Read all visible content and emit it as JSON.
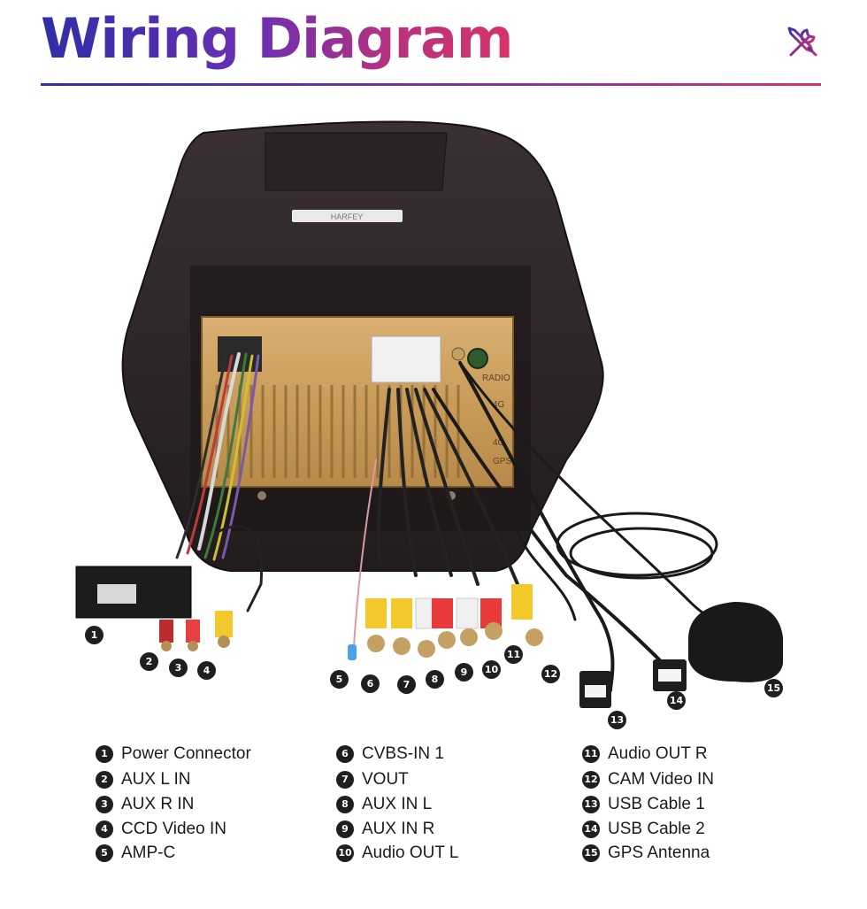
{
  "header": {
    "title": "Wiring Diagram",
    "icon": "tools-icon",
    "accent_start": "#2f2ea8",
    "accent_end": "#d7336a"
  },
  "device": {
    "brand": "HARFEY",
    "labels": [
      "RADIO",
      "4G",
      "4G",
      "GPS"
    ]
  },
  "callouts": [
    "1",
    "2",
    "3",
    "4",
    "5",
    "6",
    "7",
    "8",
    "9",
    "10",
    "11",
    "12",
    "13",
    "14",
    "15"
  ],
  "legend": [
    {
      "num": "1",
      "label": "Power Connector"
    },
    {
      "num": "2",
      "label": "AUX L IN"
    },
    {
      "num": "3",
      "label": "AUX R IN"
    },
    {
      "num": "4",
      "label": "CCD Video IN"
    },
    {
      "num": "5",
      "label": "AMP-C"
    },
    {
      "num": "6",
      "label": "CVBS-IN 1"
    },
    {
      "num": "7",
      "label": "VOUT"
    },
    {
      "num": "8",
      "label": "AUX IN L"
    },
    {
      "num": "9",
      "label": "AUX IN R"
    },
    {
      "num": "10",
      "label": "Audio OUT L"
    },
    {
      "num": "11",
      "label": "Audio OUT R"
    },
    {
      "num": "12",
      "label": "CAM Video IN"
    },
    {
      "num": "13",
      "label": "USB Cable 1"
    },
    {
      "num": "14",
      "label": "USB Cable 2"
    },
    {
      "num": "15",
      "label": "GPS Antenna"
    }
  ]
}
